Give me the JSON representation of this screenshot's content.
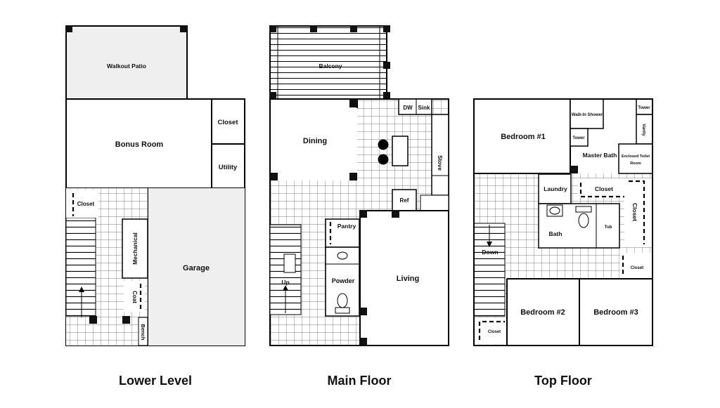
{
  "floors": [
    {
      "title": "Lower Level",
      "rooms": {
        "patio": "Walkout Patio",
        "bonus": "Bonus Room",
        "closet": "Closet",
        "utility": "Utility",
        "closet_small": "Closet",
        "mechanical": "Mechanical",
        "garage": "Garage",
        "coat": "Coat",
        "bench": "Bench"
      }
    },
    {
      "title": "Main Floor",
      "rooms": {
        "balcony": "Balcony",
        "dining": "Dining",
        "dw": "DW",
        "sink": "Sink",
        "stove": "Stove",
        "ref": "Ref",
        "pantry": "Pantry",
        "up": "Up",
        "powder": "Powder",
        "living": "Living"
      }
    },
    {
      "title": "Top Floor",
      "rooms": {
        "bedroom1": "Bedroom #1",
        "walkin": "Walk-In Shower",
        "tower_a": "Tower",
        "tower_b": "Tower",
        "vanity": "Vanity",
        "master_bath": "Master Bath",
        "toilet1": "Enclosed Toilet",
        "toilet2": "Room",
        "laundry": "Laundry",
        "closet_hall": "Closet",
        "closet_side": "Closet",
        "bath": "Bath",
        "tub": "Tub",
        "down": "Down",
        "closet_small": "Closet",
        "bedroom2": "Bedroom #2",
        "bedroom3": "Bedroom #3",
        "closet_b2": "Closet"
      }
    }
  ]
}
